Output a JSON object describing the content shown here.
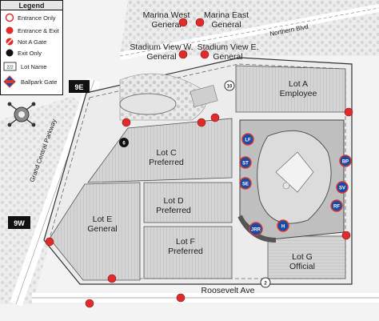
{
  "legend": {
    "title": "Legend",
    "items": [
      {
        "label": "Entrance Only"
      },
      {
        "label": "Entrance & Exit"
      },
      {
        "label": "Not A Gate"
      },
      {
        "label": "Exit Only"
      },
      {
        "label": "Lot Name",
        "sample": "222"
      },
      {
        "label": "Ballpark Gate"
      }
    ]
  },
  "lots": {
    "marina_west": "Marina West\nGeneral",
    "marina_east": "Marina East\nGeneral",
    "stadium_view_w": "Stadium View W.\nGeneral",
    "stadium_view_e": "Stadium View E.\nGeneral",
    "lot_a": "Lot A\nEmployee",
    "lot_c": "Lot C\nPreferred",
    "lot_d": "Lot D\nPreferred",
    "lot_e": "Lot E\nGeneral",
    "lot_f": "Lot F\nPreferred",
    "lot_g": "Lot G\nOfficial"
  },
  "roads": {
    "northern": "Northern Blvd",
    "grand_central": "Grand Central Parkway",
    "roosevelt": "Roosevelt Ave"
  },
  "exits": {
    "e9e": "9E",
    "e9w": "9W"
  },
  "road_numbers": {
    "n10": "10",
    "n6": "6",
    "n2": "2"
  },
  "gates": {
    "lf": "LF",
    "st": "ST",
    "se": "SE",
    "bp": "BP",
    "sv": "SV",
    "rf": "RF",
    "h": "H",
    "jrr": "JRR"
  },
  "colors": {
    "entrance_exit": "#e02b2b",
    "gate_blue": "#1b49a6",
    "gate_red": "#d23b30",
    "lot": "#d6d6d6",
    "road": "#ffffff",
    "outline": "#333333"
  }
}
